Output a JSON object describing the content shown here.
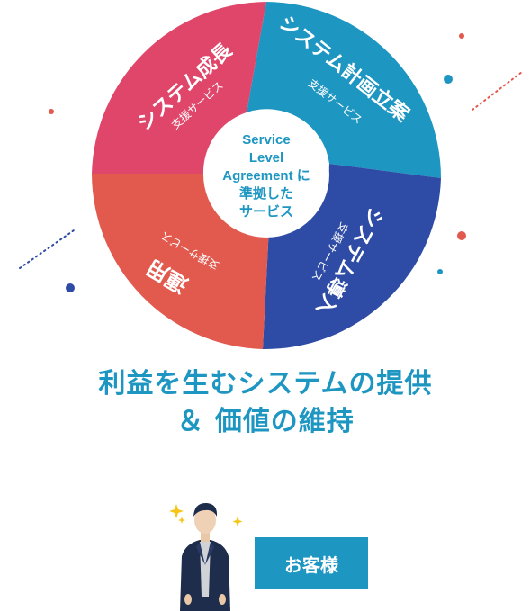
{
  "diagram": {
    "center_text": [
      "Service",
      "Level",
      "Agreement に",
      "準拠した",
      "サービス"
    ],
    "segments": [
      {
        "title": "システム計画立案",
        "subtitle": "支援サービス",
        "color": "#1e96c2"
      },
      {
        "title": "システム導入",
        "subtitle": "支援サービス",
        "color": "#2e4ba5"
      },
      {
        "title": "運用",
        "subtitle": "支援サービス",
        "color": "#e2594e"
      },
      {
        "title": "システム成長",
        "subtitle": "支援サービス",
        "color": "#e0466a"
      }
    ]
  },
  "headline": {
    "line1": "利益を生むシステムの提供",
    "line2": "＆ 価値の維持"
  },
  "customer": {
    "label": "お客様"
  },
  "colors": {
    "accent": "#1e96c2",
    "dark": "#1f2d4d",
    "coral": "#e2594e"
  }
}
